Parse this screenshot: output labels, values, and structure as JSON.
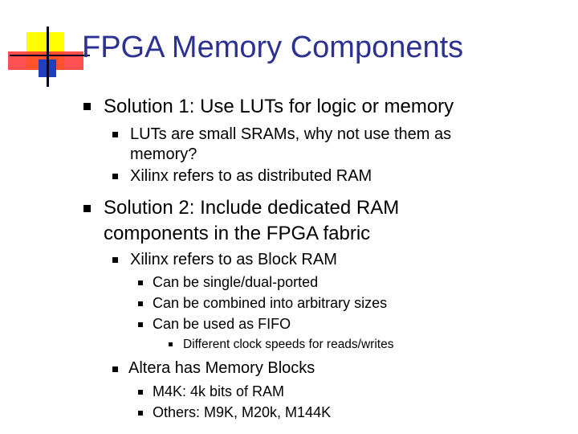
{
  "slide": {
    "title": "FPGA Memory Components",
    "items": [
      {
        "text": "Solution 1: Use LUTs for logic or memory",
        "level": 1
      },
      {
        "text": "LUTs are small SRAMs, why not use them as",
        "level": 2
      },
      {
        "text": "memory?",
        "level": 2,
        "continuation": true
      },
      {
        "text": "Xilinx refers to as distributed RAM",
        "level": 2
      },
      {
        "text": "Solution 2: Include dedicated RAM",
        "level": 1
      },
      {
        "text": "components in the FPGA fabric",
        "level": 1,
        "continuation": true
      },
      {
        "text": "Xilinx refers to as Block RAM",
        "level": 2
      },
      {
        "text": "Can be single/dual-ported",
        "level": 3
      },
      {
        "text": "Can be combined into arbitrary sizes",
        "level": 3
      },
      {
        "text": "Can be used as FIFO",
        "level": 3
      },
      {
        "text": "Different clock speeds for reads/writes",
        "level": 4
      },
      {
        "text": "Altera has Memory Blocks",
        "level": 2
      },
      {
        "text": "M4K: 4k bits of RAM",
        "level": 3
      },
      {
        "text": "Others: M9K, M20k, M144K",
        "level": 3
      }
    ]
  },
  "colors": {
    "title": "#2c3192",
    "bullet": "#000000",
    "deco_yellow": "#ffff00",
    "deco_red": "#ff3333",
    "deco_blue": "#1f3fbf"
  }
}
